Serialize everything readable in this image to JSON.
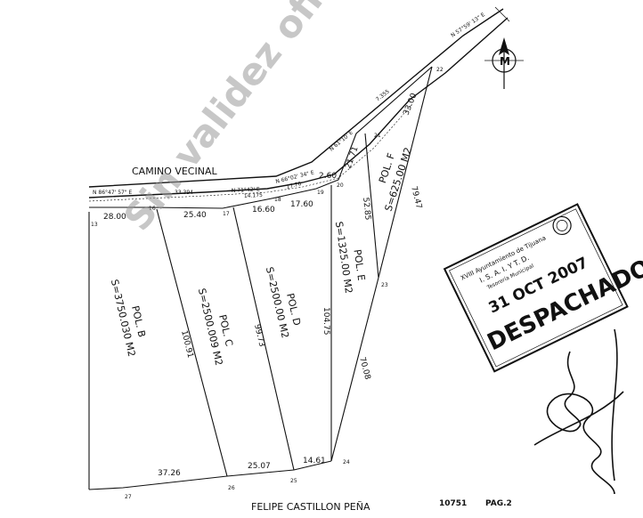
{
  "watermark": "Sin validez oficial",
  "road": {
    "name": "CAMINO VECINAL",
    "bearing_1": "N 86°47' 57\" E",
    "dist_1": "33.394",
    "bearing_2": "N 57°59' 13\" E",
    "bearing_partial_a": "N 66°02' 34\" E",
    "dist_partial_a": "17.76",
    "bearing_partial_b": "N 71°42' E",
    "dist_partial_b": "14.175",
    "dist_partial_c": "7.355",
    "bearing_partial_c": "N 61°10' E"
  },
  "street": {
    "name": "FELIPE CASTILLON PEÑA"
  },
  "footer": {
    "ref": "10751",
    "page": "PAG.2"
  },
  "north": {
    "letter": "M"
  },
  "vertices": {
    "v13": "13",
    "v16": "16",
    "v17": "17",
    "v18": "18",
    "v19": "19",
    "v20": "20",
    "v21": "21",
    "v22": "22",
    "v23": "23",
    "v24": "24",
    "v25": "25",
    "v26": "26",
    "v27": "27"
  },
  "distances": {
    "d13_16": "28.00",
    "d16_17": "25.40",
    "d17_18": "16.60",
    "d18_19": "17.60",
    "d19_20": "2.60",
    "d20_21": "21.71",
    "d21_22": "33.00",
    "d22_23": "79.47",
    "d21_23": "52.85",
    "d23_24": "70.08",
    "d20_24": "104.75",
    "d18_25": "99.73",
    "d17_26": "100.91",
    "d24_25": "14.61",
    "d25_26": "25.07",
    "d26_27": "37.26"
  },
  "parcels": {
    "b": {
      "name": "POL. B",
      "area": "S=3750.030 M2"
    },
    "c": {
      "name": "POL. C",
      "area": "S=2500.009 M2"
    },
    "d": {
      "name": "POL. D",
      "area": "S=2500.00 M2"
    },
    "e": {
      "name": "POL. E",
      "area": "S=1325.00 M2"
    },
    "f": {
      "name": "POL. F",
      "area": "S=625.00 M2"
    }
  },
  "stamp": {
    "line1": "XVIII Ayuntamiento de Tijuana",
    "line2": "I. S. A. I. Y T. D.",
    "line3": "Tesorería Municipal",
    "date": "31 OCT 2007",
    "status": "DESPACHADO"
  }
}
